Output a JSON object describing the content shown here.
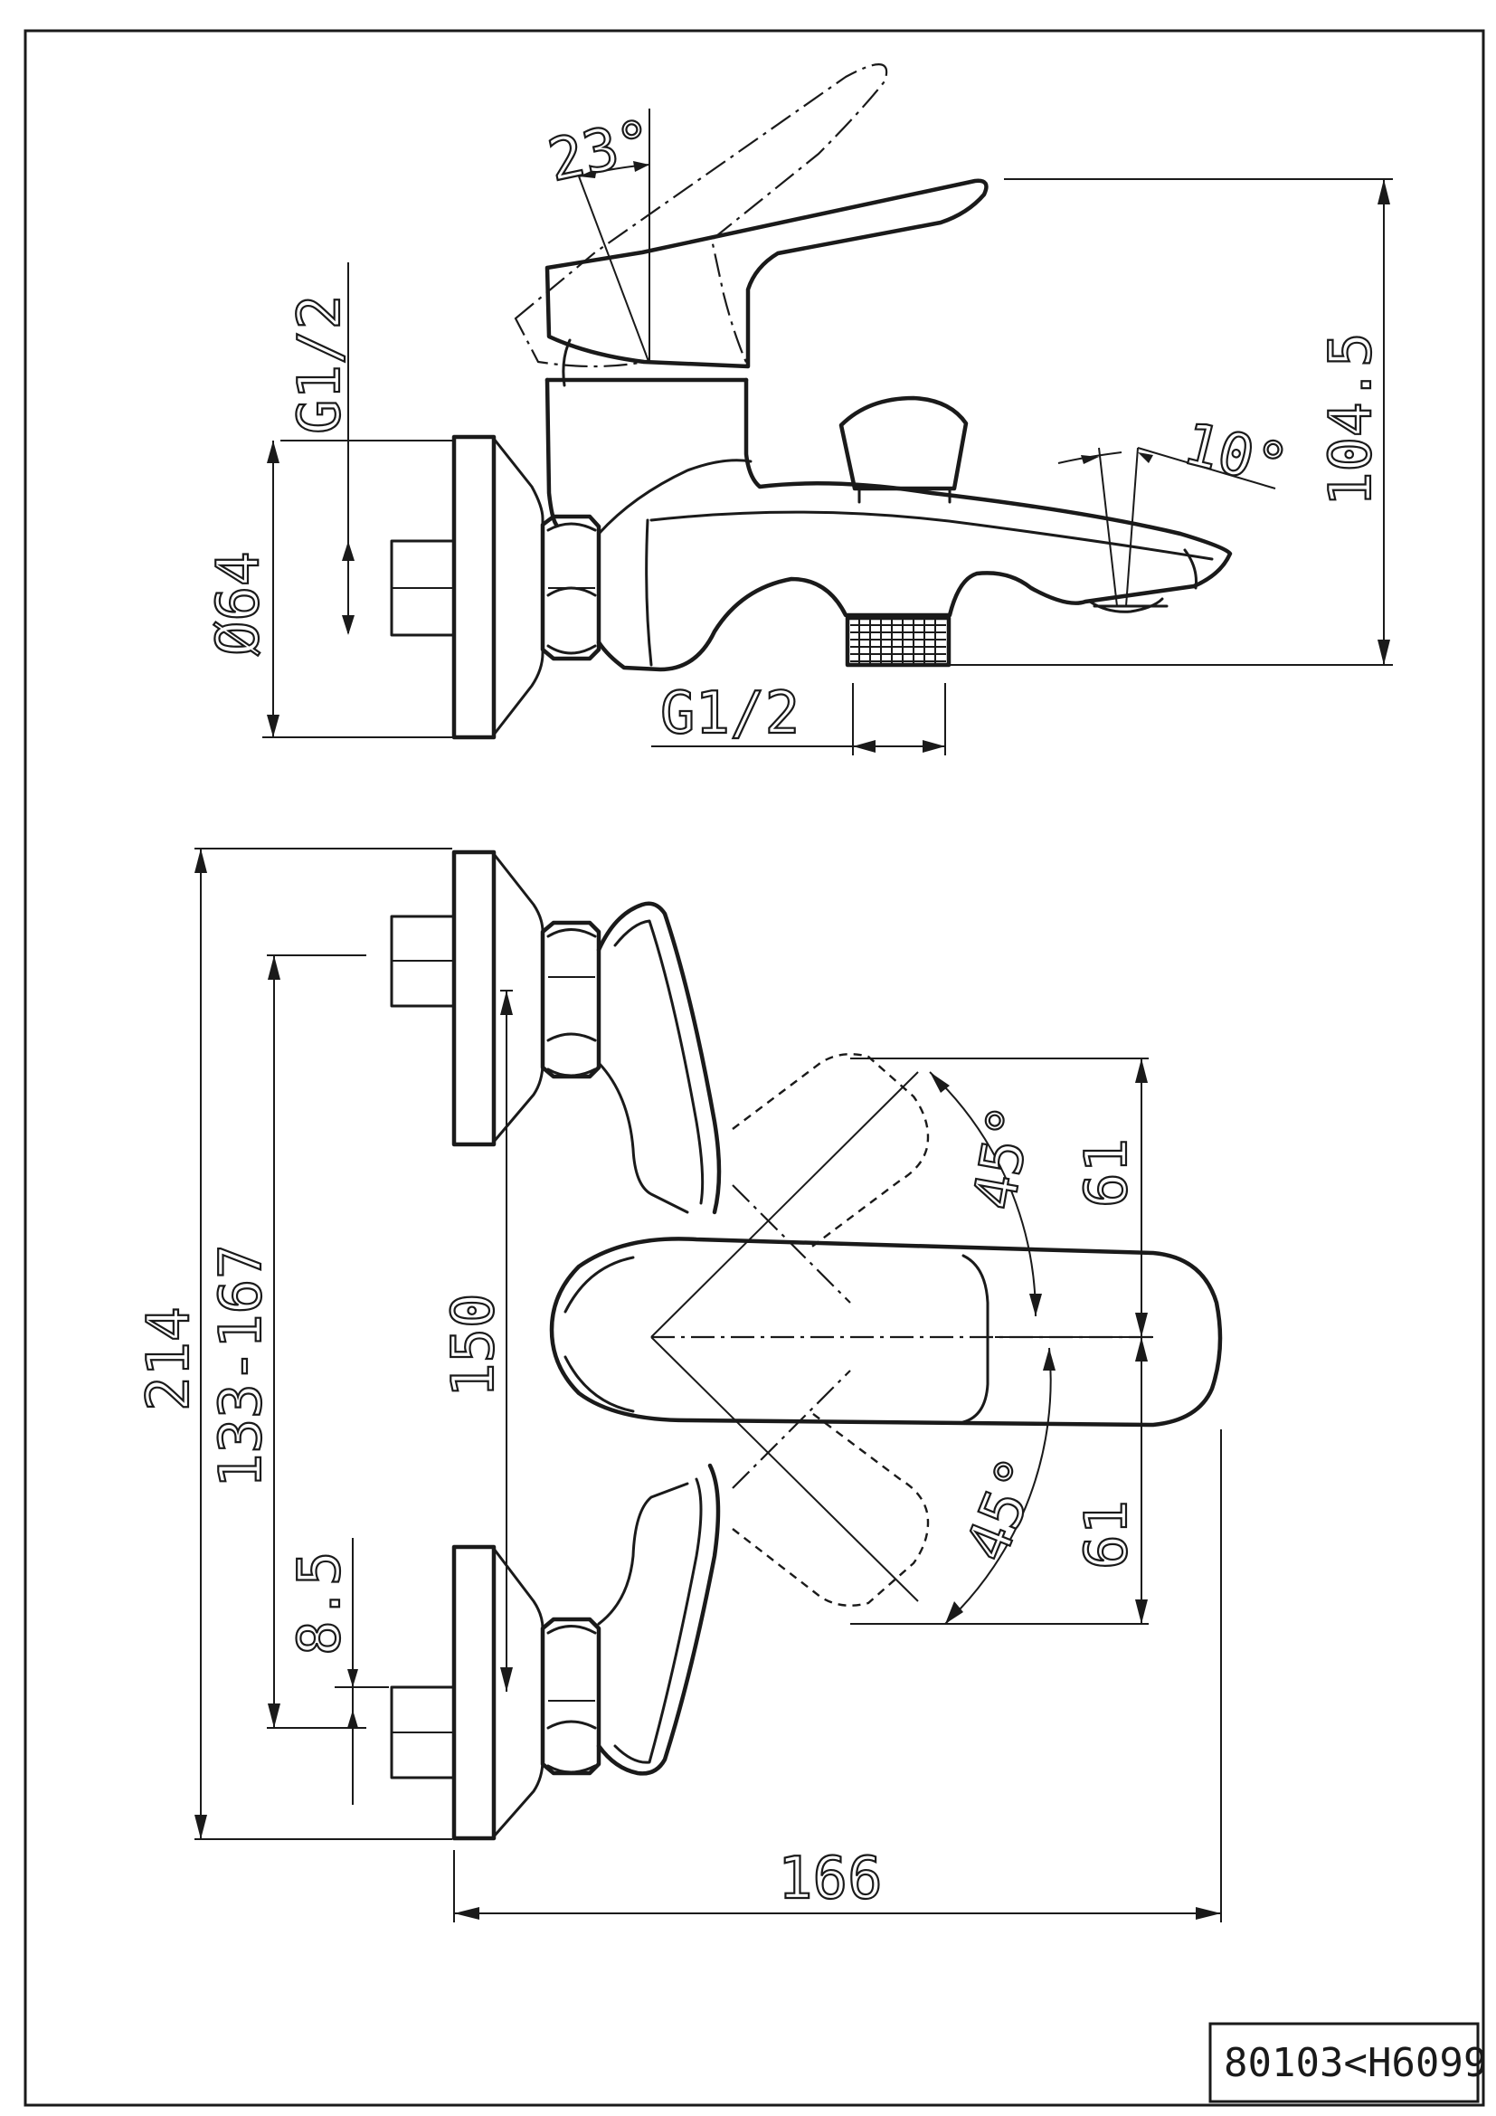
{
  "drawing": {
    "product_code": "80103<H6099",
    "side_view": {
      "angle_lever": "23°",
      "angle_spout": "10°",
      "height": "104.5",
      "inlet_thread": "G1/2",
      "outlet_thread": "G1/2",
      "flange_diameter": "Ø64"
    },
    "front_view": {
      "overall_height": "214",
      "inlet_spacing": "133-167",
      "center_height": "150",
      "eccentric": "8.5",
      "angle_up": "45°",
      "angle_down": "45°",
      "lever_up": "61",
      "lever_down": "61",
      "overall_width": "166"
    }
  }
}
